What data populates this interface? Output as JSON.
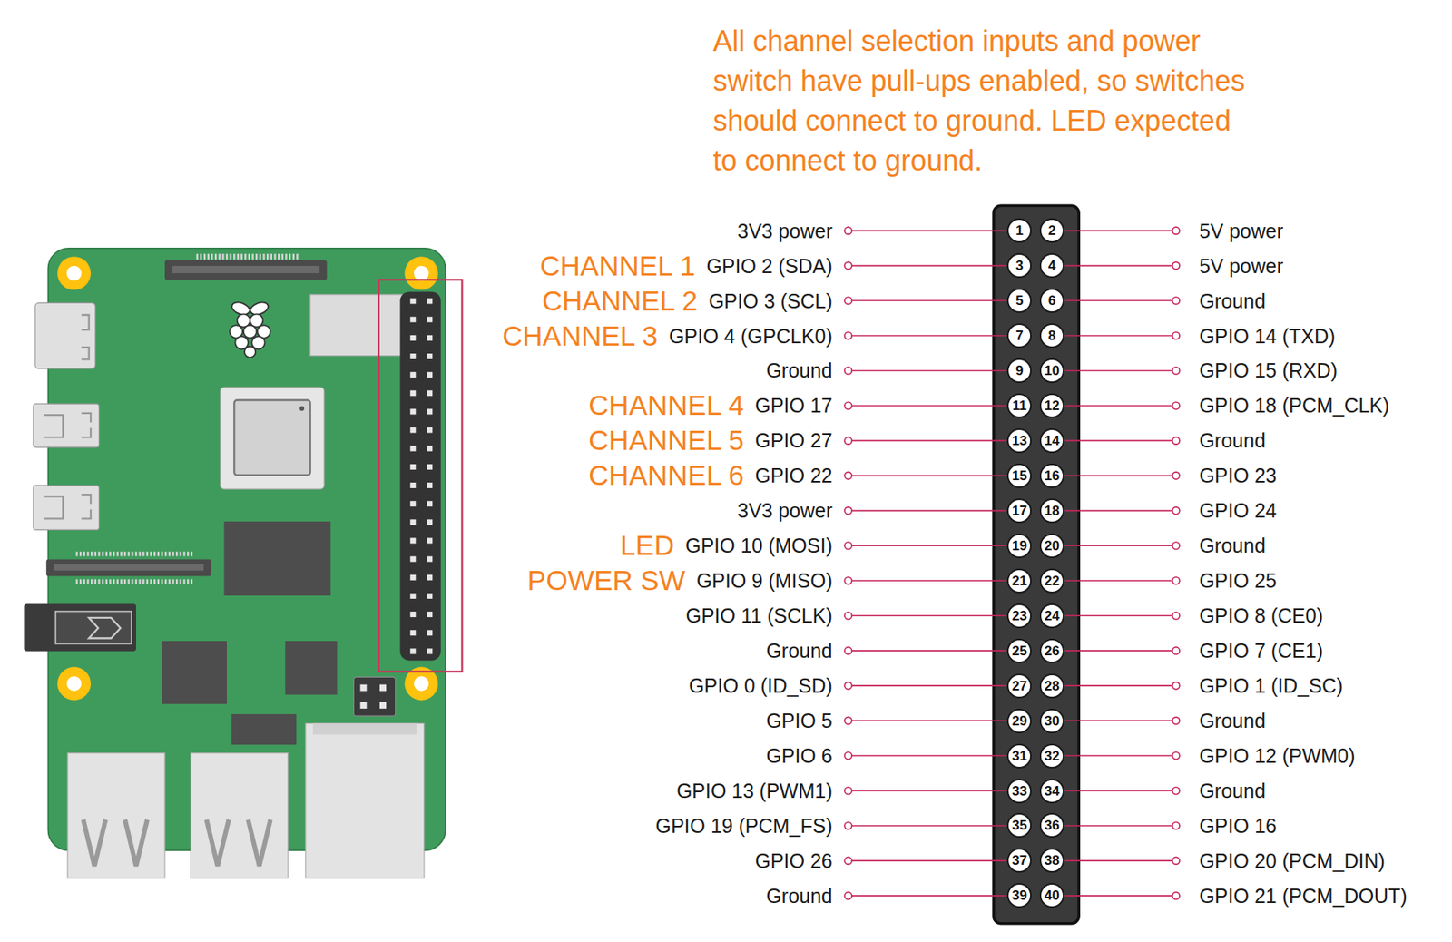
{
  "diagram": {
    "nodes": [
      {
        "text": [
          "1"
        ]
      },
      {
        "text": [
          "2"
        ]
      },
      {
        "text": [
          "3"
        ]
      },
      {
        "text": [
          "4"
        ]
      },
      {
        "text": [
          "5"
        ]
      },
      {
        "text": [
          "6"
        ]
      },
      {
        "text": [
          "7"
        ]
      },
      {
        "text": [
          "8"
        ]
      },
      {
        "text": [
          "9"
        ]
      },
      {
        "text": [
          "10"
        ]
      },
      {
        "text": [
          "11"
        ]
      },
      {
        "text": [
          "12"
        ]
      },
      {
        "text": [
          "13"
        ]
      },
      {
        "text": [
          "14"
        ]
      },
      {
        "text": [
          "15"
        ]
      },
      {
        "text": [
          "16"
        ]
      },
      {
        "text": [
          "17"
        ]
      },
      {
        "text": [
          "18"
        ]
      },
      {
        "text": [
          "19"
        ]
      },
      {
        "text": [
          "20"
        ]
      },
      {
        "text": [
          "21"
        ]
      },
      {
        "text": [
          "22"
        ]
      },
      {
        "text": [
          "23"
        ]
      },
      {
        "text": [
          "24"
        ]
      },
      {
        "text": [
          "25"
        ]
      },
      {
        "text": [
          "26"
        ]
      },
      {
        "text": [
          "27"
        ]
      },
      {
        "text": [
          "28"
        ]
      },
      {
        "text": [
          "29"
        ]
      },
      {
        "text": [
          "30"
        ]
      },
      {
        "text": [
          "31"
        ]
      },
      {
        "text": [
          "32"
        ]
      },
      {
        "text": [
          "33"
        ]
      },
      {
        "text": [
          "34"
        ]
      },
      {
        "text": [
          "35"
        ]
      },
      {
        "text": [
          "36"
        ]
      },
      {
        "text": [
          "37"
        ]
      },
      {
        "text": [
          "38"
        ]
      },
      {
        "text": [
          "39"
        ]
      },
      {
        "text": [
          "40"
        ]
      }
    ],
    "labels": [
      "All channel selection inputs and power switch have pull-ups enabled, so switches should connect to ground. LED expected to connect to ground.",
      "3V3 power",
      "5V power",
      "CHANNEL 1",
      "GPIO 2 (SDA)",
      "5V power",
      "CHANNEL 2",
      "GPIO 3 (SCL)",
      "Ground",
      "CHANNEL 3",
      "GPIO 4 (GPCLK0)",
      "GPIO 14 (TXD)",
      "Ground",
      "GPIO 15 (RXD)",
      "CHANNEL 4",
      "GPIO 17",
      "GPIO 18 (PCM_CLK)",
      "CHANNEL 5",
      "GPIO 27",
      "Ground",
      "CHANNEL 6",
      "GPIO 22",
      "GPIO 23",
      "3V3 power",
      "GPIO 24",
      "LED",
      "GPIO 10 (MOSI)",
      "Ground",
      "POWER SW",
      "GPIO 9 (MISO)",
      "GPIO 25",
      "GPIO 11 (SCLK)",
      "GPIO 8 (CE0)",
      "Ground",
      "GPIO 7 (CE1)",
      "GPIO 0 (ID_SD)",
      "GPIO 1 (ID_SC)",
      "GPIO 5",
      "Ground",
      "GPIO 6",
      "GPIO 12 (PWM0)",
      "GPIO 13 (PWM1)",
      "Ground",
      "GPIO 19 (PCM_FS)",
      "GPIO 16",
      "GPIO 26",
      "GPIO 20 (PCM_DIN)",
      "Ground",
      "GPIO 21 (PCM_DOUT)"
    ]
  }
}
